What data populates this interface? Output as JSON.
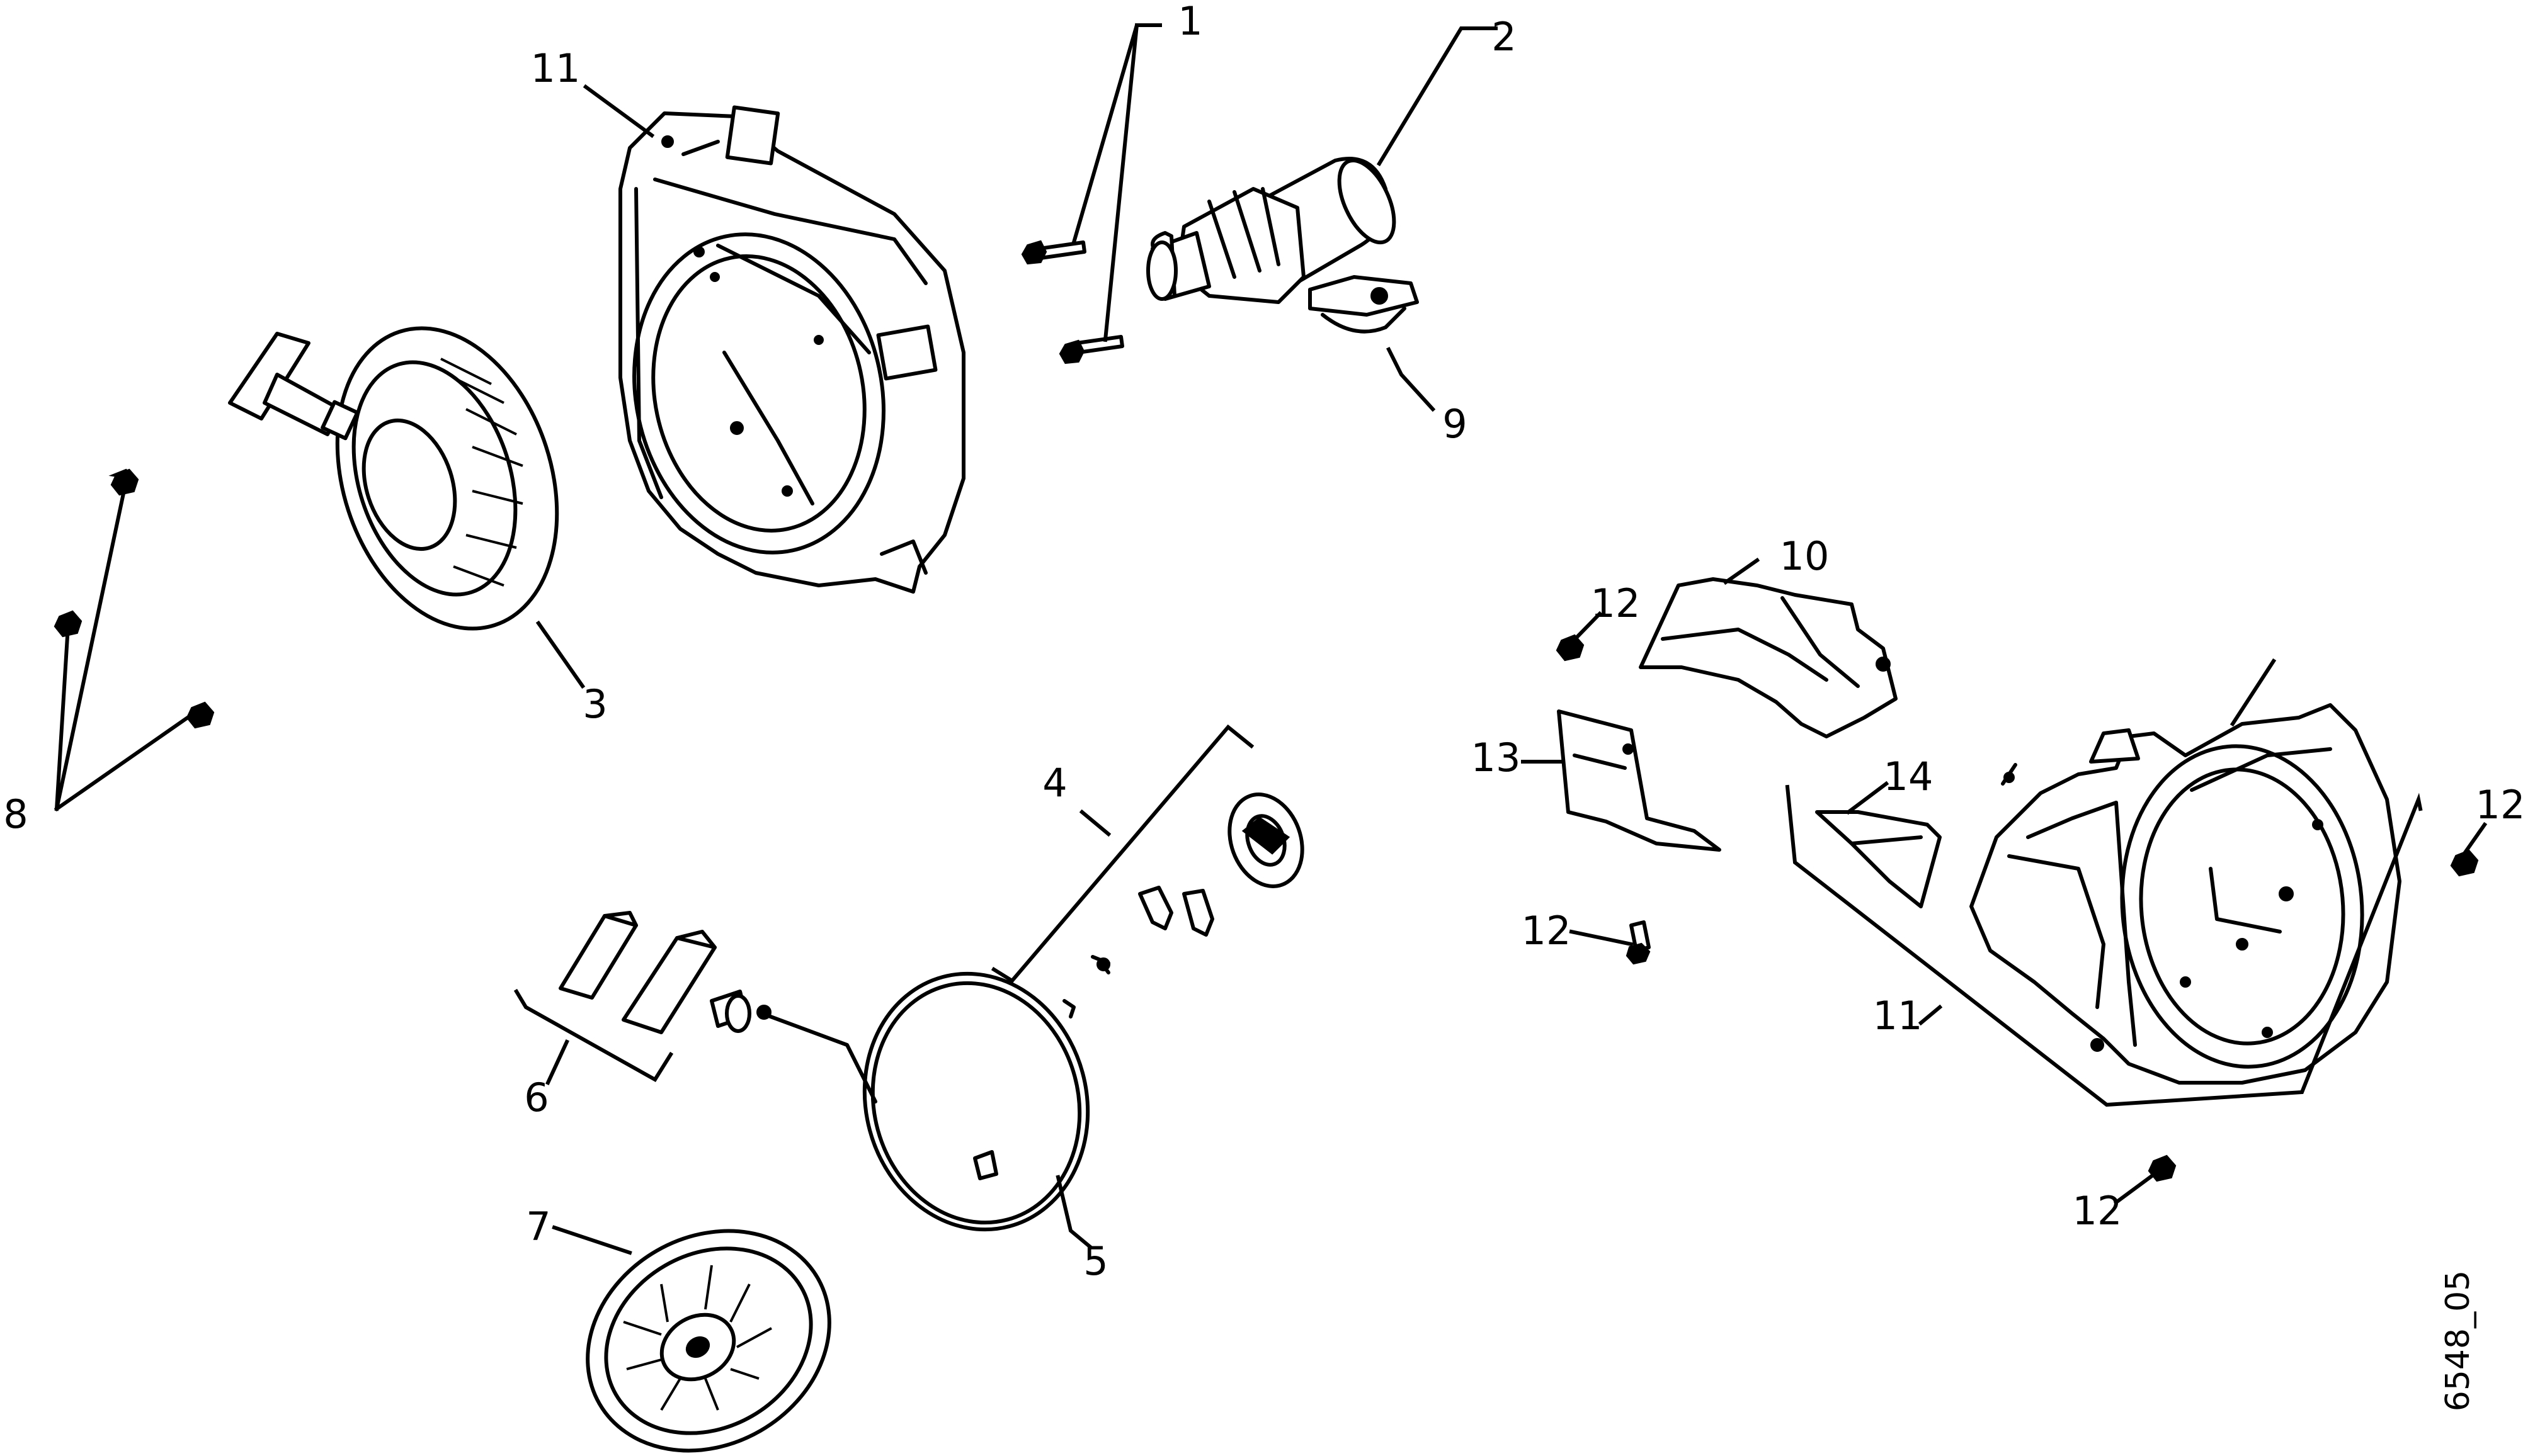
{
  "callouts": {
    "c1": "1",
    "c2": "2",
    "c3": "3",
    "c4": "4",
    "c5": "5",
    "c6": "6",
    "c7": "7",
    "c8": "8",
    "c9": "9",
    "c10": "10",
    "c11a": "11",
    "c11b": "11",
    "c12a": "12",
    "c12b": "12",
    "c12c": "12",
    "c12d": "12",
    "c13": "13",
    "c14": "14"
  },
  "drawing_code": "6548_05",
  "colors": {
    "line": "#000000",
    "background": "#ffffff"
  }
}
